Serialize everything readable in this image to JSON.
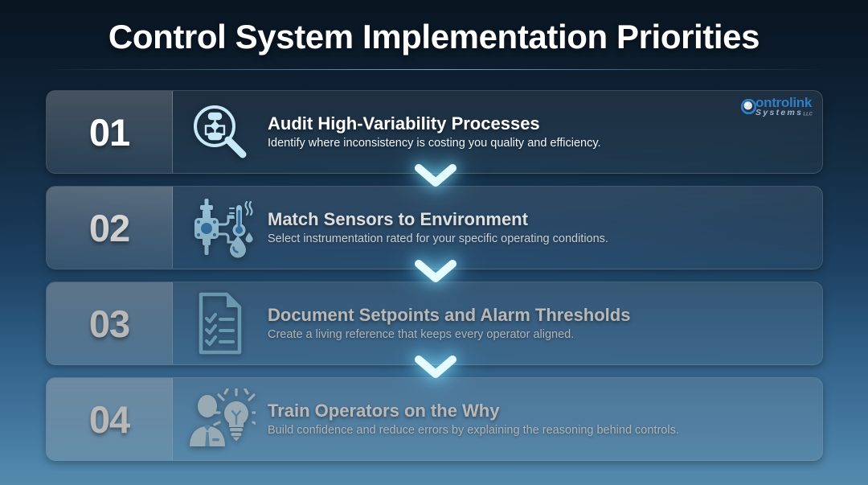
{
  "header": {
    "title": "Control System Implementation Priorities"
  },
  "logo": {
    "mark": "circle-sphere-icon",
    "name": "ontrolink",
    "name_full": "Controlink",
    "tagline": "Systems",
    "suffix": "LLC"
  },
  "connector": {
    "icon": "chevron-down-icon",
    "glow_color": "#8ce9ff",
    "count": 3
  },
  "colors": {
    "background_top": "#091521",
    "background_bottom": "#74c0ef",
    "accent_glow": "#8ce9ff",
    "icon_fill": "#bfe6f7",
    "text_primary": "#ffffff",
    "text_secondary": "#f2f8fd",
    "logo_blue": "#2f7fc4"
  },
  "steps": [
    {
      "number": "01",
      "icon": "magnifier-flowchart-icon",
      "heading": "Audit High-Variability Processes",
      "subtext": "Identify where inconsistency is costing you quality and efficiency."
    },
    {
      "number": "02",
      "icon": "sensor-thermometer-droplet-icon",
      "heading": "Match Sensors to Environment",
      "subtext": "Select instrumentation rated for your specific operating conditions."
    },
    {
      "number": "03",
      "icon": "document-checklist-icon",
      "heading": "Document Setpoints and Alarm Thresholds",
      "subtext": "Create a living reference that keeps every operator aligned."
    },
    {
      "number": "04",
      "icon": "person-lightbulb-icon",
      "heading": "Train Operators on the Why",
      "subtext": "Build confidence and reduce errors by explaining the reasoning behind controls."
    }
  ]
}
